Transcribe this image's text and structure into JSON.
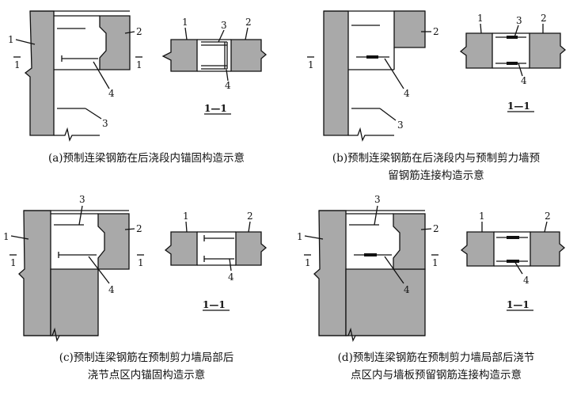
{
  "colors": {
    "wall": "#a9a9a9",
    "line": "#111111",
    "background": "#ffffff"
  },
  "panels": [
    {
      "id": "a",
      "caption": [
        "(a)预制连梁钢筋在后浇段内锚固构造示意"
      ],
      "elevation_labels": {
        "wall_left": "1",
        "wall_right": "2",
        "bar_top": "3",
        "bar_mid": "4",
        "bar_bottom": "3"
      },
      "section_marks": {
        "left": "1",
        "right": "1"
      },
      "section_labels": {
        "wall_left": "1",
        "wall_right": "2",
        "top": "3",
        "bottom": "4"
      },
      "section_title": "1—1"
    },
    {
      "id": "b",
      "caption": [
        "(b)预制连梁钢筋在后浇段内与预制剪力墙预",
        "留钢筋连接构造示意"
      ],
      "elevation_labels": {
        "wall_right": "2",
        "bar_mid": "4",
        "bar_bottom": "3"
      },
      "section_marks": {
        "left": "1"
      },
      "section_labels": {
        "wall_left": "1",
        "wall_right": "2",
        "top": "3",
        "bottom": "4"
      },
      "section_title": "1—1"
    },
    {
      "id": "c",
      "caption": [
        "(c)预制连梁钢筋在预制剪力墙局部后",
        "浇节点区内锚固构造示意"
      ],
      "elevation_labels": {
        "wall_left": "1",
        "wall_right": "2",
        "bar_top": "3",
        "bar_mid": "4"
      },
      "section_marks": {
        "left": "1",
        "right": "1"
      },
      "section_labels": {
        "wall_left": "1",
        "wall_right": "2",
        "bottom": "4"
      },
      "section_title": "1—1"
    },
    {
      "id": "d",
      "caption": [
        "(d)预制连梁钢筋在预制剪力墙局部后浇节",
        "点区内与墙板预留钢筋连接构造示意"
      ],
      "elevation_labels": {
        "wall_left": "1",
        "wall_right": "2",
        "bar_top": "3",
        "bar_mid": "4"
      },
      "section_marks": {
        "left": "1",
        "right": "1"
      },
      "section_labels": {
        "wall_left": "1",
        "wall_right": "2",
        "bottom": "4"
      },
      "section_title": "1—1"
    }
  ]
}
